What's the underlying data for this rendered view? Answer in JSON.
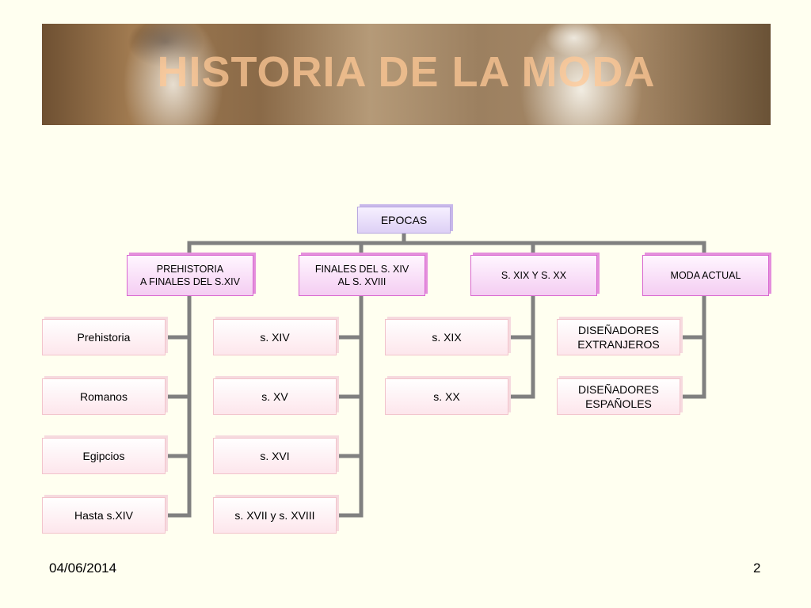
{
  "banner": {
    "title": "HISTORIA DE LA MODA"
  },
  "diagram": {
    "root": "EPOCAS",
    "categories": [
      {
        "label": "PREHISTORIA\nA FINALES DEL S.XIV",
        "items": [
          "Prehistoria",
          "Romanos",
          "Egipcios",
          "Hasta s.XIV"
        ]
      },
      {
        "label": "FINALES DEL S. XIV\nAL S. XVIII",
        "items": [
          "s. XIV",
          "s. XV",
          "s. XVI",
          "s. XVII y s. XVIII"
        ]
      },
      {
        "label": "S. XIX Y S. XX",
        "items": [
          "s. XIX",
          "s. XX"
        ]
      },
      {
        "label": "MODA ACTUAL",
        "items": [
          "DISEÑADORES\nEXTRANJEROS",
          "DISEÑADORES\nESPAÑOLES"
        ]
      }
    ]
  },
  "footer": {
    "date": "04/06/2014",
    "page": "2"
  }
}
